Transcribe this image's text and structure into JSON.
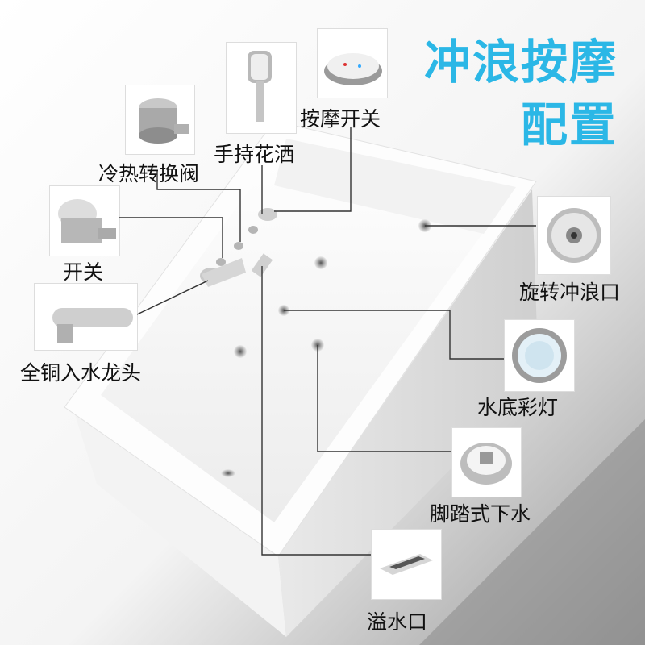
{
  "title": {
    "line1": "冲浪按摩",
    "line2": "配置"
  },
  "callouts": {
    "massage_switch": "按摩开关",
    "handheld_shower": "手持花洒",
    "hot_cold_valve": "冷热转换阀",
    "switch": "开关",
    "copper_faucet": "全铜入水龙头",
    "rotating_jet": "旋转冲浪口",
    "underwater_light": "水底彩灯",
    "foot_drain": "脚踏式下水",
    "overflow": "溢水口"
  },
  "colors": {
    "title": "#2bb7e6",
    "text": "#111111",
    "line": "#333333"
  }
}
